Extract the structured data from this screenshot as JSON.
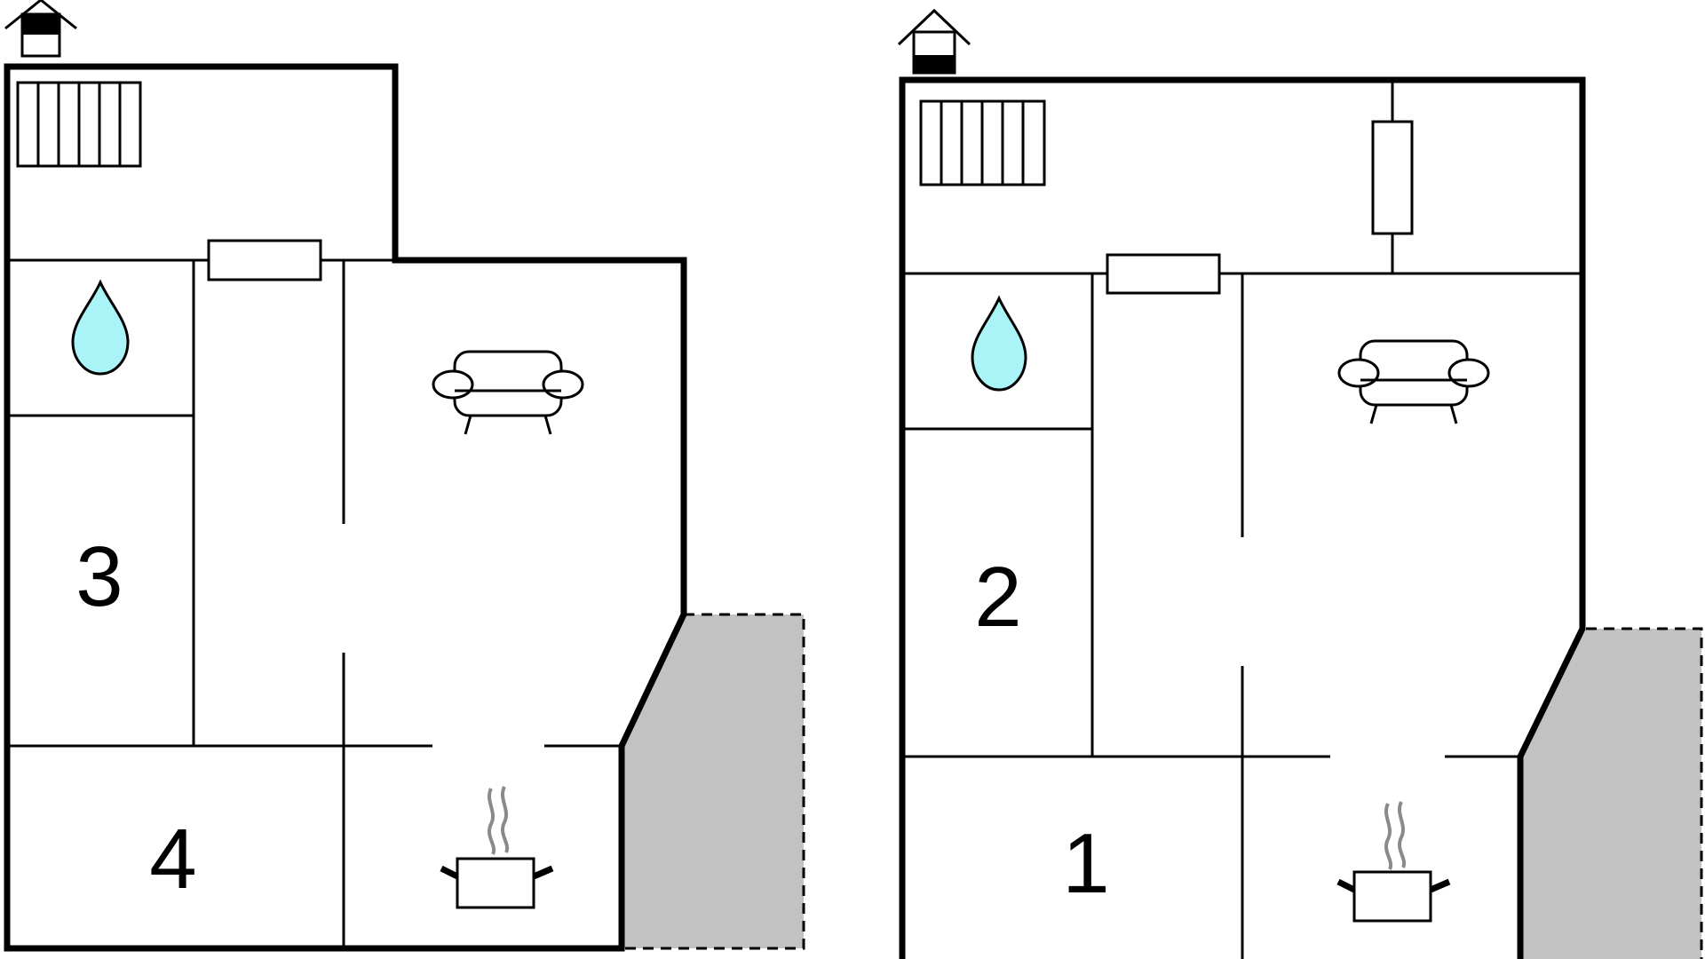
{
  "colors": {
    "wall": "#000000",
    "background": "#ffffff",
    "water": "#aaf4f7",
    "terrace": "#c2c2c2",
    "steam": "#8a8a8a"
  },
  "floors": [
    {
      "id": "left",
      "icons": [
        "house-icon",
        "radiator-icon",
        "door-icon",
        "water-drop-icon",
        "sofa-icon",
        "cooking-pot-icon"
      ],
      "rooms": [
        {
          "label": "3"
        },
        {
          "label": "4"
        }
      ]
    },
    {
      "id": "right",
      "icons": [
        "house-icon",
        "radiator-icon",
        "door-icon",
        "water-drop-icon",
        "sofa-icon",
        "cooking-pot-icon"
      ],
      "rooms": [
        {
          "label": "2"
        },
        {
          "label": "1"
        }
      ]
    }
  ]
}
